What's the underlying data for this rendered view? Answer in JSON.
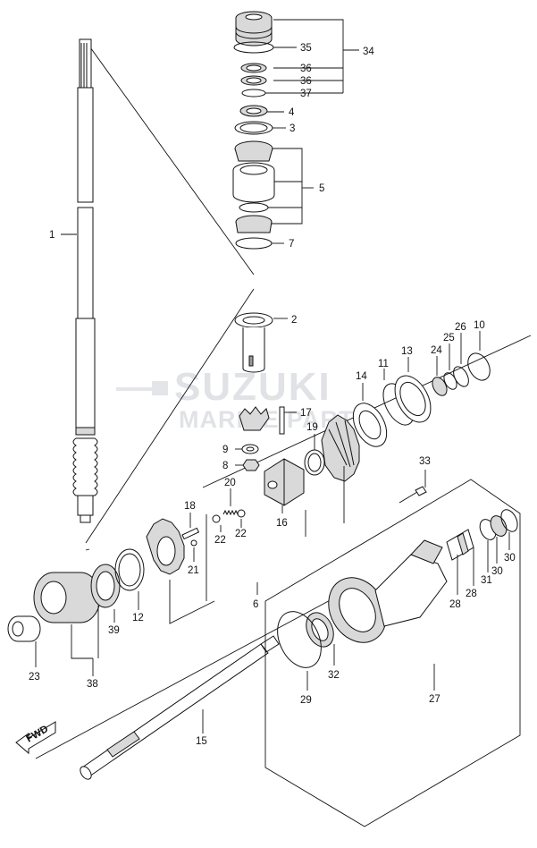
{
  "watermark": {
    "brand": "SUZUKI",
    "sub": "MARINE PARTS"
  },
  "fwd_label": "FWD",
  "labels": {
    "l1": "1",
    "l2": "2",
    "l3": "3",
    "l4": "4",
    "l5": "5",
    "l6": "6",
    "l7": "7",
    "l9": "9",
    "l8": "8",
    "l10": "10",
    "l11": "11",
    "l12": "12",
    "l13": "13",
    "l14": "14",
    "l15": "15",
    "l16": "16",
    "l17": "17",
    "l18": "18",
    "l19": "19",
    "l20": "20",
    "l21": "21",
    "l22a": "22",
    "l22b": "22",
    "l23": "23",
    "l24": "24",
    "l25": "25",
    "l26": "26",
    "l27": "27",
    "l28a": "28",
    "l28b": "28",
    "l29": "29",
    "l30a": "30",
    "l30b": "30",
    "l31": "31",
    "l32": "32",
    "l33": "33",
    "l34": "34",
    "l35": "35",
    "l36a": "36",
    "l36b": "36",
    "l37": "37",
    "l38": "38",
    "l39": "39"
  }
}
